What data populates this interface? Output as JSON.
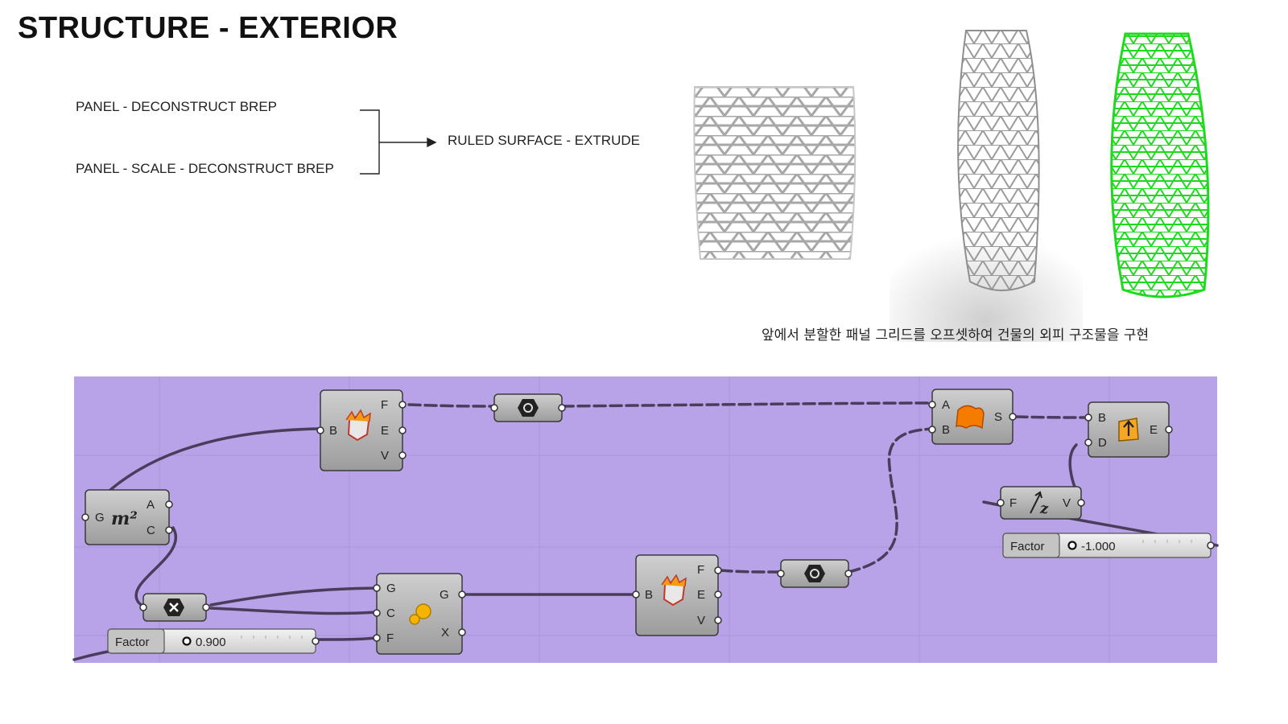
{
  "title": "STRUCTURE - EXTERIOR",
  "flow": {
    "input_1": "PANEL - DECONSTRUCT BREP",
    "input_2": "PANEL - SCALE - DECONSTRUCT BREP",
    "output": "RULED SURFACE - EXTRUDE"
  },
  "caption": "앞에서 분할한 패널 그리드를 오프셋하여 건물의 외피 구조물을 구현",
  "canvas": {
    "background": "#b8a3e8",
    "components": {
      "area": {
        "inputs": [
          "G"
        ],
        "outputs": [
          "A",
          "C"
        ]
      },
      "deconstruct_top": {
        "inputs": [
          "B"
        ],
        "outputs": [
          "F",
          "E",
          "V"
        ]
      },
      "deconstruct_bottom": {
        "inputs": [
          "B"
        ],
        "outputs": [
          "F",
          "E",
          "V"
        ]
      },
      "scale": {
        "inputs": [
          "G",
          "C",
          "F"
        ],
        "outputs": [
          "G",
          "X"
        ]
      },
      "ruled_surface": {
        "inputs": [
          "A",
          "B"
        ],
        "outputs": [
          "S"
        ]
      },
      "extrude": {
        "inputs": [
          "B",
          "D"
        ],
        "outputs": [
          "E"
        ]
      },
      "unit_z": {
        "inputs": [
          "F"
        ],
        "outputs": [
          "V"
        ]
      }
    },
    "sliders": {
      "scale_factor": {
        "label": "Factor",
        "value": "0.900"
      },
      "z_factor": {
        "label": "Factor",
        "value": "-1.000"
      }
    }
  },
  "colors": {
    "wire": "#4a3d5c",
    "component": "#a9a9a9",
    "preview_green": "#1ed91e",
    "preview_grey": "#b5b5b5"
  }
}
